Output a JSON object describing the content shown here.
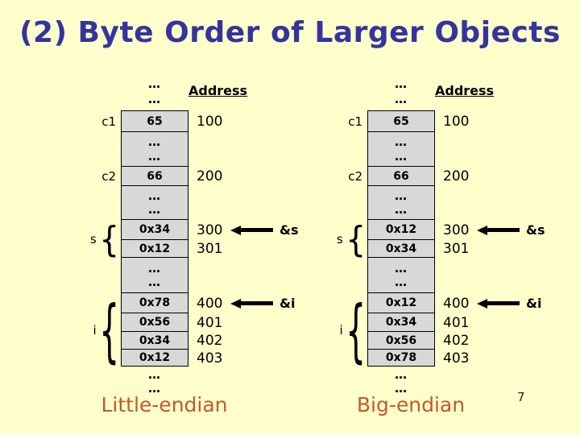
{
  "slide": {
    "title": "(2) Byte Order of Larger Objects",
    "page_number": "7"
  },
  "colors": {
    "background": "#FFFFCC",
    "title_text": "#34349E",
    "caption_text": "#C05A30",
    "cell_fill": "#D8D8D8",
    "cell_border": "#000000",
    "arrow": "#000000"
  },
  "glyphs": {
    "ellipsis": "…",
    "brace": "{"
  },
  "diagrams": [
    {
      "caption": "Little-endian",
      "address_header": "Address",
      "vars": {
        "c1": {
          "label": "c1",
          "value": "65",
          "address": "100"
        },
        "c2": {
          "label": "c2",
          "value": "66",
          "address": "200"
        },
        "s": {
          "label": "s",
          "pointer": "&s",
          "bytes": [
            {
              "value": "0x34",
              "address": "300"
            },
            {
              "value": "0x12",
              "address": "301"
            }
          ]
        },
        "i": {
          "label": "i",
          "pointer": "&i",
          "bytes": [
            {
              "value": "0x78",
              "address": "400"
            },
            {
              "value": "0x56",
              "address": "401"
            },
            {
              "value": "0x34",
              "address": "402"
            },
            {
              "value": "0x12",
              "address": "403"
            }
          ]
        }
      }
    },
    {
      "caption": "Big-endian",
      "address_header": "Address",
      "vars": {
        "c1": {
          "label": "c1",
          "value": "65",
          "address": "100"
        },
        "c2": {
          "label": "c2",
          "value": "66",
          "address": "200"
        },
        "s": {
          "label": "s",
          "pointer": "&s",
          "bytes": [
            {
              "value": "0x12",
              "address": "300"
            },
            {
              "value": "0x34",
              "address": "301"
            }
          ]
        },
        "i": {
          "label": "i",
          "pointer": "&i",
          "bytes": [
            {
              "value": "0x12",
              "address": "400"
            },
            {
              "value": "0x34",
              "address": "401"
            },
            {
              "value": "0x56",
              "address": "402"
            },
            {
              "value": "0x78",
              "address": "403"
            }
          ]
        }
      }
    }
  ]
}
